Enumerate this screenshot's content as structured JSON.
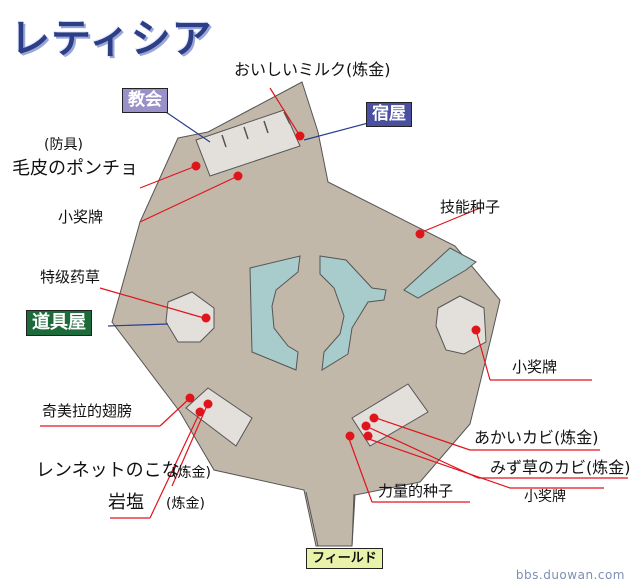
{
  "title": "レティシア",
  "colors": {
    "floor": "#c2b8aa",
    "room": "#e3e0dc",
    "water": "#a8cccb",
    "marker": "#e0151c",
    "leader_red": "#e0151c",
    "leader_blue": "#2a3f8f",
    "church_bg": "#9a91c8",
    "inn_bg": "#4a4fa0",
    "tool_bg": "#1d6b3b",
    "field_bg": "#e8f2a8"
  },
  "buildings": {
    "church": "教会",
    "inn": "宿屋",
    "tool_shop": "道具屋",
    "exit": "フィールド"
  },
  "items": {
    "oishii_milk": "おいしいミルク(炼金)",
    "armor_category": "(防具)",
    "poncho": "毛皮のポンチョ",
    "medal_1": "小奖牌",
    "skill_seed": "技能种子",
    "herb": "特级药草",
    "medal_2": "小奖牌",
    "wing": "奇美拉的翅膀",
    "akai_kabi": "あかいカビ(炼金)",
    "mizukusa_kabi": "みず草のカビ(炼金)",
    "medal_3": "小奖牌",
    "power_seed": "力量的种子",
    "rennet_a": "レンネットのこな",
    "rennet_b": "(炼金)",
    "salt_a": "岩塩",
    "salt_b": "(炼金)"
  },
  "watermark": "bbs.duowan.com"
}
